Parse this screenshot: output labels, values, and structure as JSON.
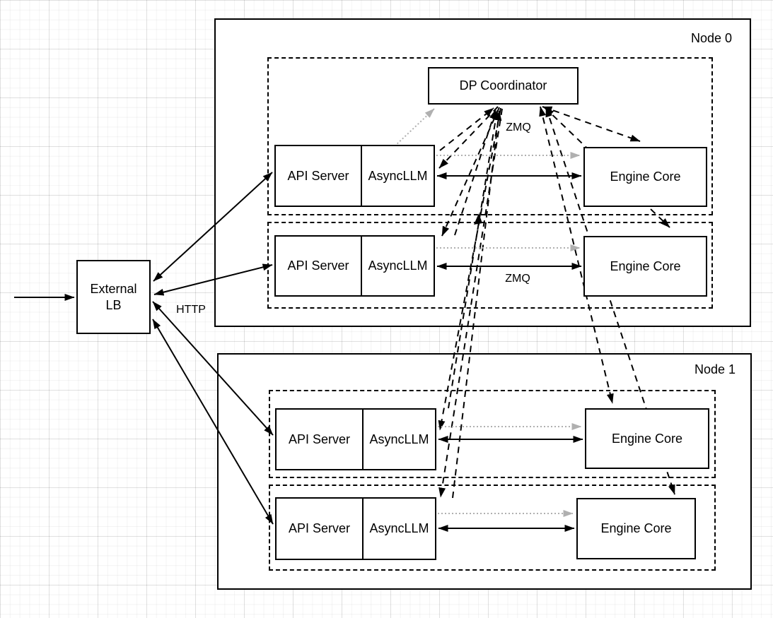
{
  "nodes": [
    {
      "label": "Node 0"
    },
    {
      "label": "Node 1"
    }
  ],
  "coordinator_label": "DP Coordinator",
  "external_lb_label": "External LB",
  "edge_labels": {
    "http": "HTTP",
    "zmq_coordinator": "ZMQ",
    "zmq_engine": "ZMQ"
  },
  "rows": [
    {
      "node": "Node 0",
      "api_server": "API Server",
      "asyncllm": "AsyncLLM",
      "engine_core": "Engine Core"
    },
    {
      "node": "Node 0",
      "api_server": "API Server",
      "asyncllm": "AsyncLLM",
      "engine_core": "Engine Core"
    },
    {
      "node": "Node 1",
      "api_server": "API Server",
      "asyncllm": "AsyncLLM",
      "engine_core": "Engine Core"
    },
    {
      "node": "Node 1",
      "api_server": "API Server",
      "asyncllm": "AsyncLLM",
      "engine_core": "Engine Core"
    }
  ],
  "colors": {
    "line": "#000000",
    "gray_arrow": "#b0b0b0",
    "box_border": "#000000",
    "box_fill": "#ffffff"
  }
}
